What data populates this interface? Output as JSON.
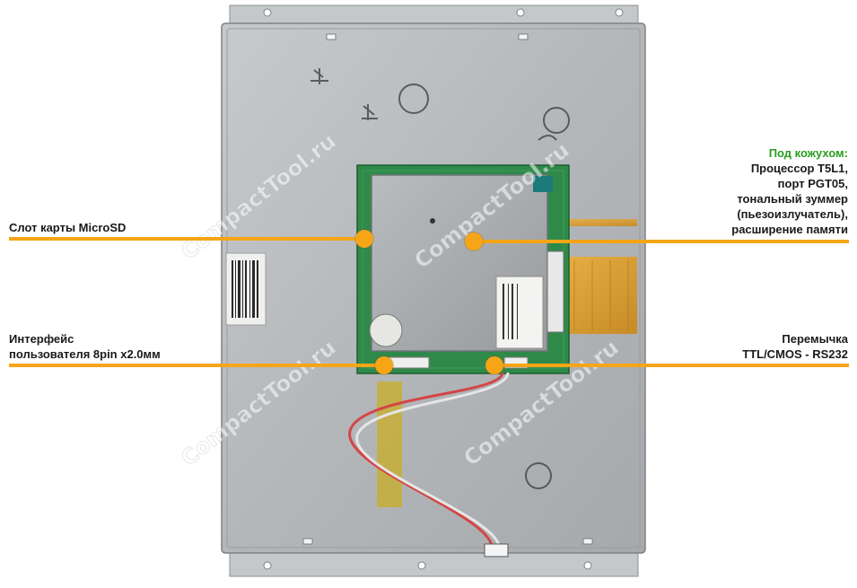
{
  "labels": {
    "microsd": "Слот карты MicroSD",
    "interface_line1": "Интерфейс",
    "interface_line2": "пользователя 8pin x2.0мм",
    "under_cover_title": "Под кожухом:",
    "under_cover_line1": "Процессор T5L1,",
    "under_cover_line2": "порт PGT05,",
    "under_cover_line3": "тональный зуммер",
    "under_cover_line4": "(пьезоизлучатель),",
    "under_cover_line5": "расширение памяти",
    "jumper_line1": "Перемычка",
    "jumper_line2": "TTL/CMOS - RS232"
  },
  "watermark": "CompactTool.ru",
  "colors": {
    "callout": "#f5a516",
    "title_green": "#2a9d1f",
    "text": "#1a1a1a",
    "panel": "#b8bbbe",
    "pcb": "#2f8a4a",
    "shield": "#a9acaf",
    "ribbon": "#e3a02a"
  }
}
